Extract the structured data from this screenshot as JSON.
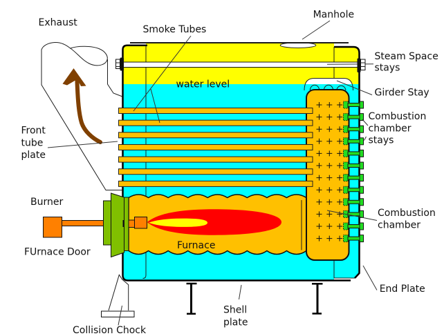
{
  "labels": {
    "exhaust": "Exhaust",
    "smoke_tubes": "Smoke Tubes",
    "manhole": "Manhole",
    "steam_space_stays": [
      "Steam Space",
      "stays"
    ],
    "girder_stay": "Girder Stay",
    "water_level": "water level",
    "front_tube_plate": [
      "Front",
      "tube",
      "plate"
    ],
    "combustion_chamber_stays": [
      "Combustion",
      "chamber",
      "stays"
    ],
    "burner": "Burner",
    "furnace_door": "FUrnace Door",
    "furnace": "Furnace",
    "combustion_chamber": [
      "Combustion",
      "chamber"
    ],
    "end_plate": "End Plate",
    "shell_plate": [
      "Shell",
      "plate"
    ],
    "collision_chock": "Collision Chock"
  },
  "components": {
    "smoke_tubes": 7,
    "combustion_chamber_stays": 12,
    "stay_heads_per_row": 3,
    "furnace_corrugations": 9
  },
  "colors": {
    "steam_space": "#FFFF00",
    "water": "#00FFFF",
    "furnace": "#FFC000",
    "smoke_tubes": "#FFC000",
    "combustion_chamber": "#FFC000",
    "flame_outer": "#FF0000",
    "flame_inner": "#FFFF00",
    "burner": "#FF8000",
    "furnace_door": "#80C000",
    "stays": "#22DD22",
    "exhaust_arrow": "#804000"
  }
}
